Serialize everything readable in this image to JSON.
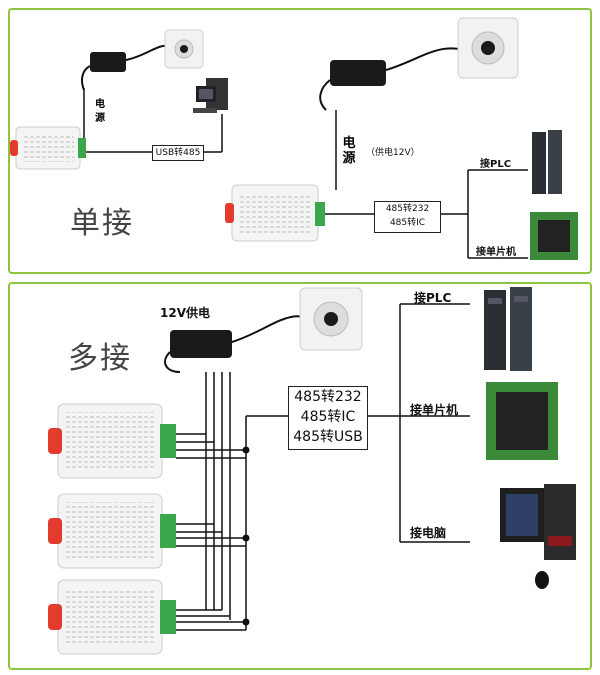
{
  "single": {
    "title": "单接",
    "power_label_vertical_1": "电源",
    "usb_box": "USB转485",
    "power_label_vertical_2": "电源",
    "power_note": "（供电12V）",
    "converter_line1": "485转232",
    "converter_line2": "485转IC",
    "plc_label": "接PLC",
    "mcu_label": "接单片机"
  },
  "multi": {
    "title": "多接",
    "power_label": "12V供电",
    "converter_line1": "485转232",
    "converter_line2": "485转IC",
    "converter_line3": "485转USB",
    "plc_label": "接PLC",
    "mcu_label": "接单片机",
    "pc_label": "接电脑"
  },
  "colors": {
    "border": "#8cc63f",
    "device_body": "#f4f4f4",
    "device_red": "#e33b2e",
    "terminal_green": "#3aa84a",
    "wire": "#111111",
    "adapter": "#1a1a1a",
    "socket": "#f2f2f2",
    "chip_board": "#3b8a3a"
  }
}
